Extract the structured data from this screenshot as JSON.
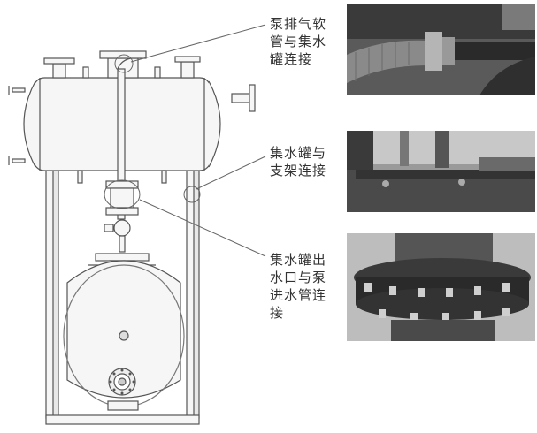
{
  "callouts": [
    {
      "id": "vent-hose",
      "text": "泵排气软\n管与集水\n罐连接"
    },
    {
      "id": "tank-bracket",
      "text": "集水罐与\n支架连接"
    },
    {
      "id": "outlet-flange",
      "text": "集水罐出\n水口与泵\n进水管连\n接"
    }
  ],
  "photos": [
    {
      "id": "vent-hose-photo",
      "subject": "braided vent hose fitting on tank"
    },
    {
      "id": "bracket-photo",
      "subject": "tank resting on steel bracket"
    },
    {
      "id": "flange-photo",
      "subject": "bolted outlet flange to pump inlet"
    }
  ],
  "colors": {
    "line": "#555555",
    "fill": "#f4f4f4",
    "photo_dark": "#2a2a2a",
    "photo_mid": "#6b6b6b"
  }
}
